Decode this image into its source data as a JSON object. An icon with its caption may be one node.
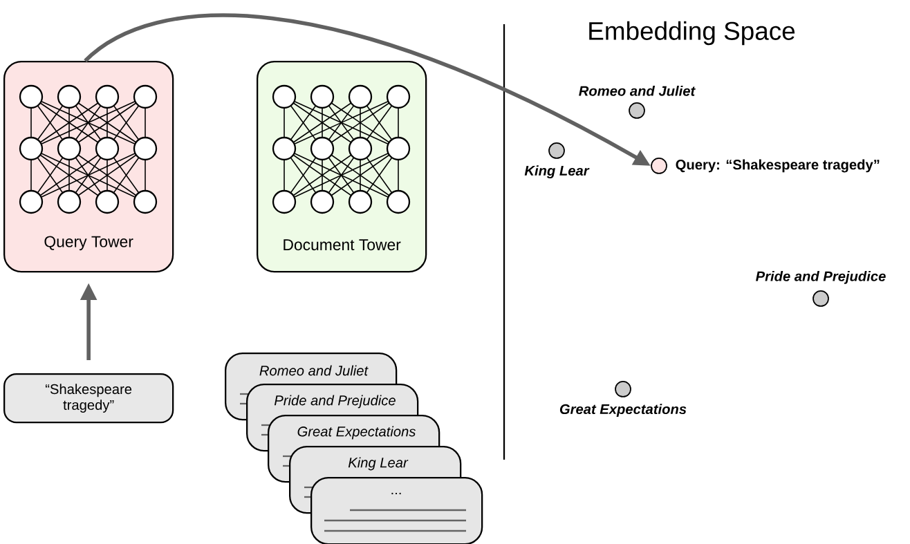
{
  "diagram": {
    "title": "Embedding Space",
    "nodes": [
      {
        "text": [
          "Query Tower"
        ]
      },
      {
        "text": [
          "Document Tower"
        ]
      },
      {
        "text": [
          "“Shakespeare tragedy”"
        ]
      },
      {
        "text": [
          "Romeo and Juliet"
        ]
      },
      {
        "text": [
          "Pride and Prejudice"
        ]
      },
      {
        "text": [
          "Great Expectations"
        ]
      },
      {
        "text": [
          "King Lear"
        ]
      },
      {
        "text": [
          "..."
        ]
      },
      {
        "text": [],
        "shape": "circle",
        "beside": [
          "Romeo and Juliet"
        ]
      },
      {
        "text": [],
        "shape": "circle",
        "beside": [
          "King Lear"
        ]
      },
      {
        "text": [],
        "shape": "circle",
        "beside": [
          "Query: “Shakespeare tragedy”"
        ]
      },
      {
        "text": [],
        "shape": "circle",
        "beside": [
          "Pride and Prejudice"
        ]
      },
      {
        "text": [],
        "shape": "circle",
        "beside": [
          "Great Expectations"
        ]
      }
    ],
    "edges": [
      {
        "from": 2,
        "to": 0,
        "arrow": "to"
      },
      {
        "from": 0,
        "to": 10,
        "arrow": "to"
      }
    ]
  }
}
